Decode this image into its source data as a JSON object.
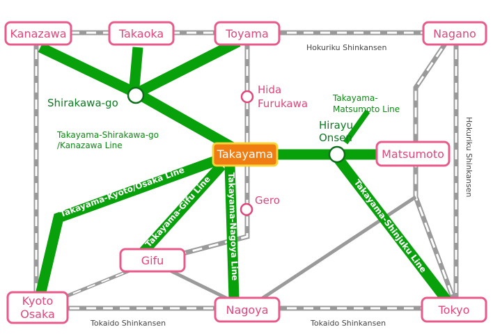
{
  "cities": {
    "kanazawa": "Kanazawa",
    "takaoka": "Takaoka",
    "toyama": "Toyama",
    "nagano": "Nagano",
    "matsumoto": "Matsumoto",
    "gifu": "Gifu",
    "kyoto": "Kyoto",
    "osaka": "Osaka",
    "nagoya": "Nagoya",
    "tokyo": "Tokyo"
  },
  "hub": "Takayama",
  "stations": {
    "shirakawago": "Shirakawa-go",
    "hida_line1": "Hida",
    "hida_line2": "Furukawa",
    "hirayu_line1": "Hirayu",
    "hirayu_line2": "Onsen",
    "gero": "Gero"
  },
  "lines": {
    "shirakawago_caption_1": "Takayama-Shirakawa-go",
    "shirakawago_caption_2": "/Kanazawa Line",
    "matsumoto_caption_1": "Takayama-",
    "matsumoto_caption_2": "Matsumoto Line",
    "kyoto_osaka": "Takayama-Kyoto/Osaka Line",
    "gifu": "Takayama-Gifu Line",
    "nagoya": "Takayama-Nagoya Line",
    "shinjuku": "Takayama-Shinjuku Line"
  },
  "shinkansen": {
    "hokuriku_top": "Hokuriku Shinkansen",
    "hokuriku_side": "Hokuriku Shinkansen",
    "tokaido_left": "Tokaido Shinkansen",
    "tokaido_right": "Tokaido Shinkansen"
  },
  "colors": {
    "green_line": "#09a10b",
    "city_border": "#e85a8a",
    "city_text": "#e0457b",
    "hub_fill": "#ef7d12",
    "hub_border": "#f6d43a",
    "rail": "#9a9a9a"
  }
}
